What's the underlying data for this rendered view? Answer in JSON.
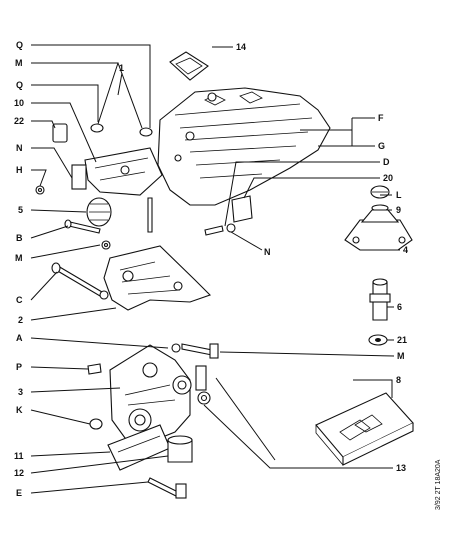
{
  "labels": {
    "Q_top": "Q",
    "M_top": "M",
    "Q_mid": "Q",
    "n10": "10",
    "n22": "22",
    "N_left": "N",
    "H": "H",
    "n5": "5",
    "B": "B",
    "M_left": "M",
    "C": "C",
    "n2": "2",
    "A": "A",
    "P": "P",
    "n3": "3",
    "K": "K",
    "n11": "11",
    "n12": "12",
    "E": "E",
    "n1": "1",
    "n14": "14",
    "F": "F",
    "G": "G",
    "D": "D",
    "n20": "20",
    "L": "L",
    "n9": "9",
    "N_right": "N",
    "n4": "4",
    "n6": "6",
    "n21": "21",
    "M_right": "M",
    "n8": "8",
    "n13": "13"
  },
  "reference": "3/92 2T 18A20A"
}
